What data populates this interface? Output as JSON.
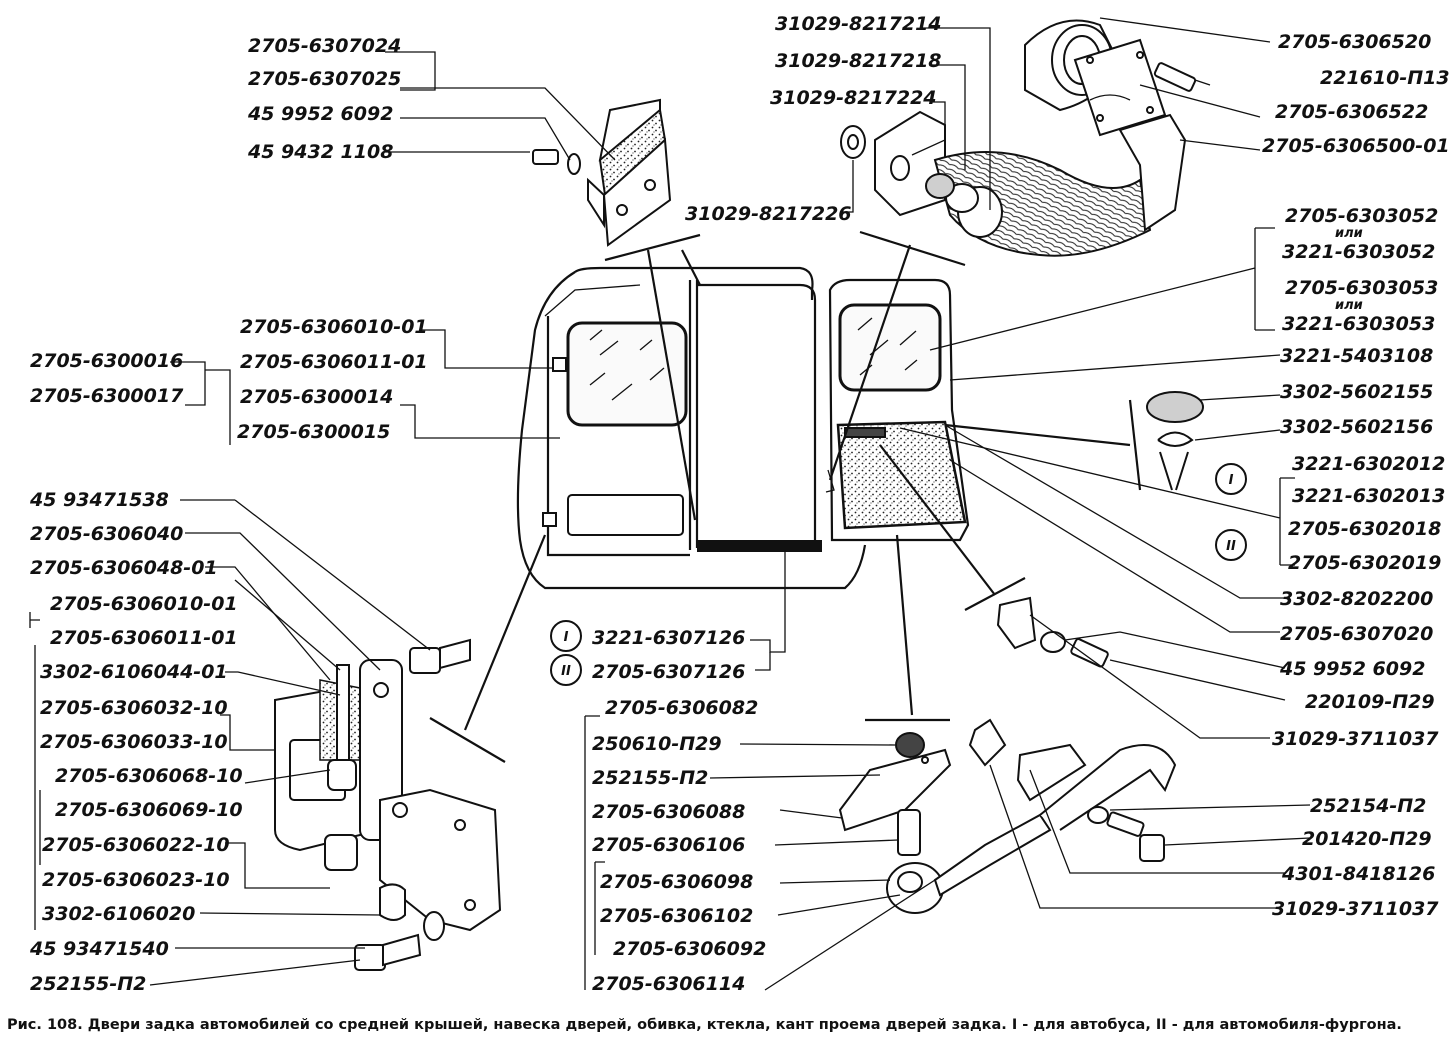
{
  "caption": "Рис. 108. Двери задка автомобилей со средней крышей, навеска дверей, обивка, ктекла, кант проема дверей задка. I - для автобуса, II - для автомобиля-фургона.",
  "markers": {
    "one": "I",
    "two": "II"
  },
  "labels": {
    "l01": "2705-6307024",
    "l02": "2705-6307025",
    "l03": "45 9952 6092",
    "l04": "45 9432 1108",
    "l05": "31029-8217214",
    "l06": "31029-8217218",
    "l07": "31029-8217224",
    "l08": "31029-8217226",
    "l09": "2705-6306520",
    "l10": "221610-П13",
    "l11": "2705-6306522",
    "l12": "2705-6306500-01",
    "l13": "2705-6303052",
    "l14": "или",
    "l15": "3221-6303052",
    "l16": "2705-6303053",
    "l17": "или",
    "l18": "3221-6303053",
    "l19": "3221-5403108",
    "l20": "3302-5602155",
    "l21": "3302-5602156",
    "l22": "3221-6302012",
    "l23": "3221-6302013",
    "l24": "2705-6302018",
    "l25": "2705-6302019",
    "l26": "3302-8202200",
    "l27": "2705-6307020",
    "l28": "45 9952 6092",
    "l29": "220109-П29",
    "l30": "31029-3711037",
    "l31": "2705-6306010-01",
    "l32": "2705-6306011-01",
    "l33": "2705-6300014",
    "l34": "2705-6300015",
    "l35": "2705-6300016",
    "l36": "2705-6300017",
    "l37": "45 93471538",
    "l38": "2705-6306040",
    "l39": "2705-6306048-01",
    "l40": "2705-6306010-01",
    "l41": "2705-6306011-01",
    "l42": "3302-6106044-01",
    "l43": "2705-6306032-10",
    "l44": "2705-6306033-10",
    "l45": "2705-6306068-10",
    "l46": "2705-6306069-10",
    "l47": "2705-6306022-10",
    "l48": "2705-6306023-10",
    "l49": "3302-6106020",
    "l50": "45 93471540",
    "l51": "252155-П2",
    "l52": "3221-6307126",
    "l53": "2705-6307126",
    "l54": "2705-6306082",
    "l55": "250610-П29",
    "l56": "252155-П2",
    "l57": "2705-6306088",
    "l58": "2705-6306106",
    "l59": "2705-6306098",
    "l60": "2705-6306102",
    "l61": "2705-6306092",
    "l62": "2705-6306114",
    "l63": "252154-П2",
    "l64": "201420-П29",
    "l65": "4301-8418126",
    "l66": "31029-3711037"
  }
}
